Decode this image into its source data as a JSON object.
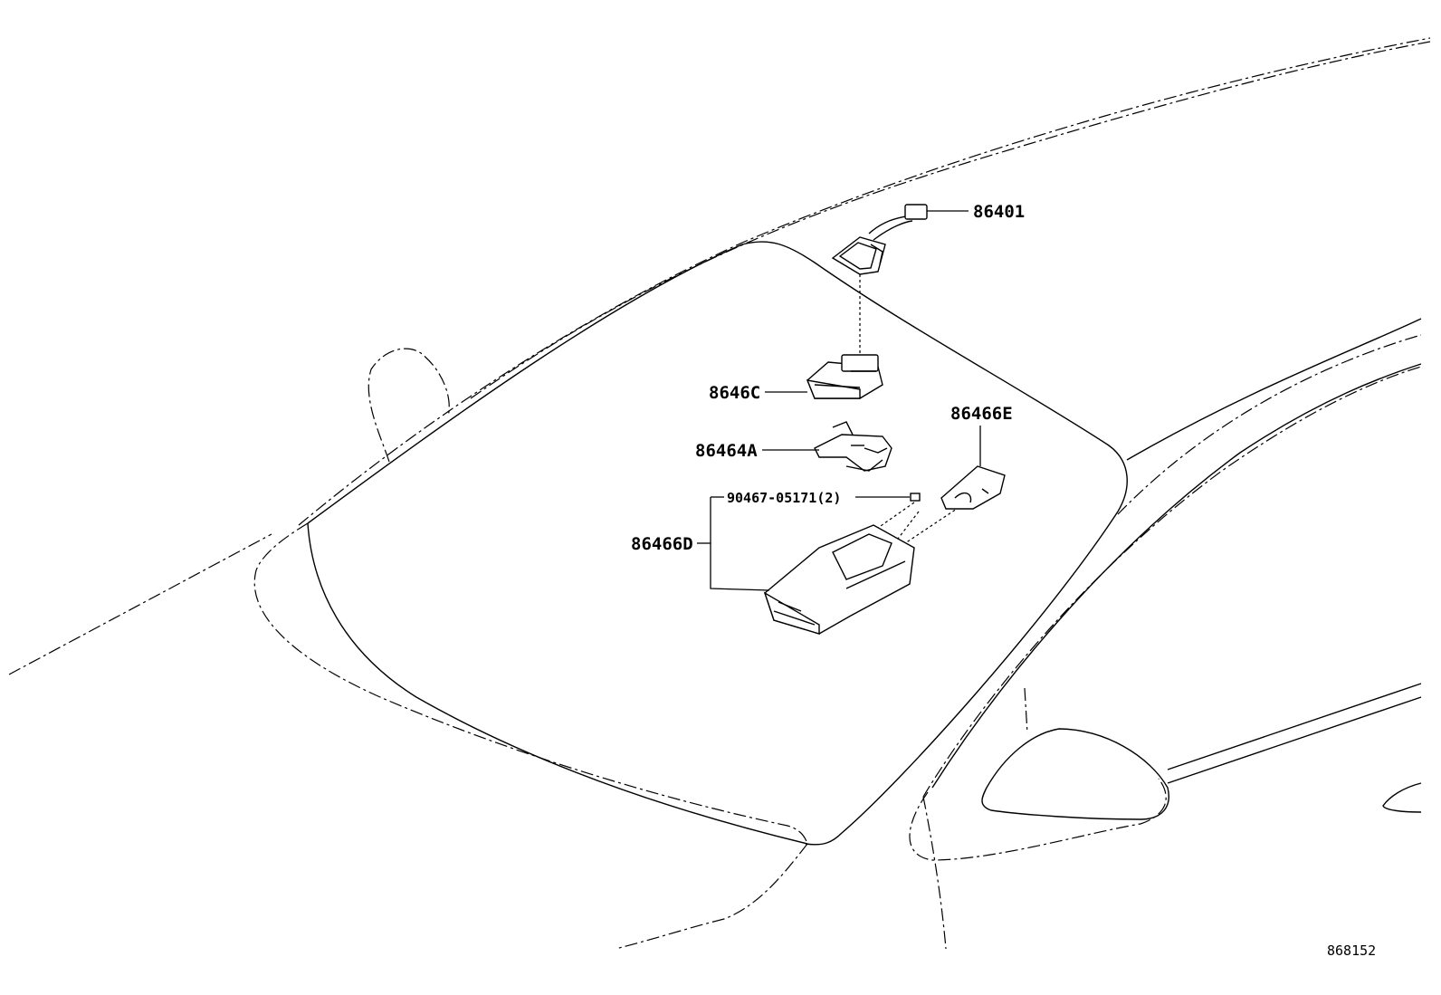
{
  "labels": {
    "sensor_cover": "86401",
    "camera_unit": "8646C",
    "bracket": "86464A",
    "cover_plate": "86466E",
    "screw": "90467-05171(2)",
    "housing": "86466D"
  },
  "drawing_number": "868152"
}
